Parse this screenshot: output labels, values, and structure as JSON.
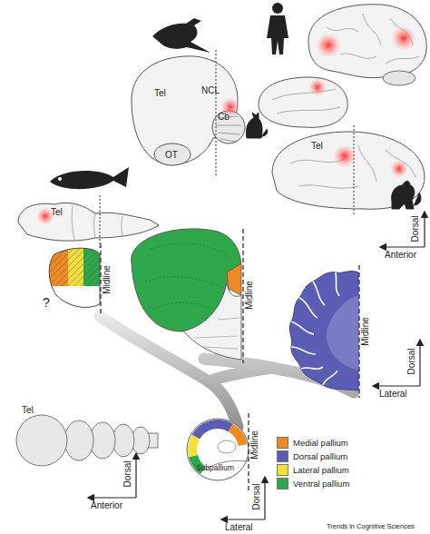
{
  "diagram": {
    "labels": [
      "Tel",
      "NCL",
      "Cb",
      "OT",
      "Tel",
      "Dorsal",
      "Anterior",
      "Tel",
      "?",
      "Midline",
      "Midline",
      "Midline",
      "Dorsal",
      "Lateral",
      "Tel",
      "Dorsal",
      "Anterior",
      "Subpallium",
      "Midline",
      "Dorsal",
      "Lateral",
      "Trends in Cognitive Sciences"
    ],
    "legend": [
      {
        "text": "Medial pallium",
        "color": "#f08a24"
      },
      {
        "text": "Dorsal pallium",
        "color": "#5b5db5"
      },
      {
        "text": "Lateral pallium",
        "color": "#f3e03b"
      },
      {
        "text": "Ventral pallium",
        "color": "#2ea84a"
      }
    ]
  }
}
